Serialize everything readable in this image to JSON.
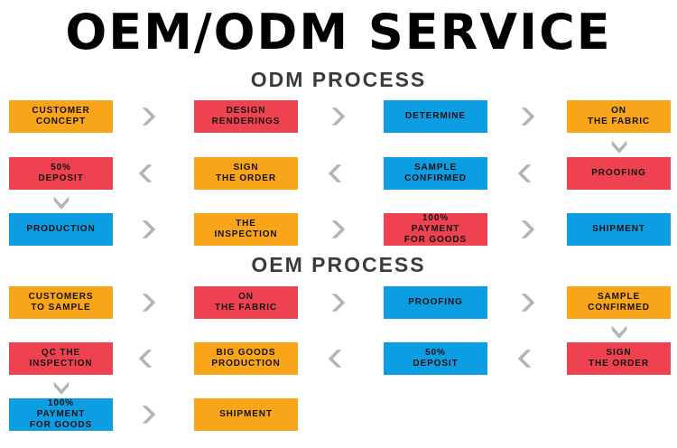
{
  "title": "OEM/ODM SERVICE",
  "colors": {
    "orange": "#F9A51A",
    "red": "#EE4250",
    "blue": "#0D9DE3",
    "arrow_gray": "#B3B3B3",
    "section_title": "#3B3B3B",
    "background": "#FFFFFF",
    "box_text": "#111111"
  },
  "sections": [
    {
      "heading": "ODM PROCESS",
      "rows": [
        {
          "direction": "right",
          "steps": [
            {
              "label": "CUSTOMER\nCONCEPT",
              "color": "orange"
            },
            {
              "label": "DESIGN\nRENDERINGS",
              "color": "red"
            },
            {
              "label": "DETERMINE",
              "color": "blue"
            },
            {
              "label": "ON\nTHE FABRIC",
              "color": "orange"
            }
          ]
        },
        {
          "direction": "left",
          "steps": [
            {
              "label": "50%\nDEPOSIT",
              "color": "red"
            },
            {
              "label": "SIGN\nTHE ORDER",
              "color": "orange"
            },
            {
              "label": "SAMPLE\nCONFIRMED",
              "color": "blue"
            },
            {
              "label": "PROOFING",
              "color": "red"
            }
          ]
        },
        {
          "direction": "right",
          "steps": [
            {
              "label": "PRODUCTION",
              "color": "blue"
            },
            {
              "label": "THE\nINSPECTION",
              "color": "orange"
            },
            {
              "label": "100%\nPAYMENT\nFOR GOODS",
              "color": "red"
            },
            {
              "label": "SHIPMENT",
              "color": "blue"
            }
          ]
        }
      ]
    },
    {
      "heading": "OEM PROCESS",
      "rows": [
        {
          "direction": "right",
          "steps": [
            {
              "label": "CUSTOMERS\nTO SAMPLE",
              "color": "orange"
            },
            {
              "label": "ON\nTHE FABRIC",
              "color": "red"
            },
            {
              "label": "PROOFING",
              "color": "blue"
            },
            {
              "label": "SAMPLE\nCONFIRMED",
              "color": "orange"
            }
          ]
        },
        {
          "direction": "left",
          "steps": [
            {
              "label": "QC THE\nINSPECTION",
              "color": "red"
            },
            {
              "label": "BIG GOODS\nPRODUCTION",
              "color": "orange"
            },
            {
              "label": "50%\nDEPOSIT",
              "color": "blue"
            },
            {
              "label": "SIGN\nTHE ORDER",
              "color": "red"
            }
          ]
        },
        {
          "direction": "right",
          "steps": [
            {
              "label": "100%\nPAYMENT\nFOR GOODS",
              "color": "blue"
            },
            {
              "label": "SHIPMENT",
              "color": "orange"
            }
          ]
        }
      ]
    }
  ],
  "connectors": {
    "right_chevron": "chevron-right-icon",
    "left_chevron": "chevron-left-icon",
    "down_chevron": "chevron-down-icon"
  }
}
